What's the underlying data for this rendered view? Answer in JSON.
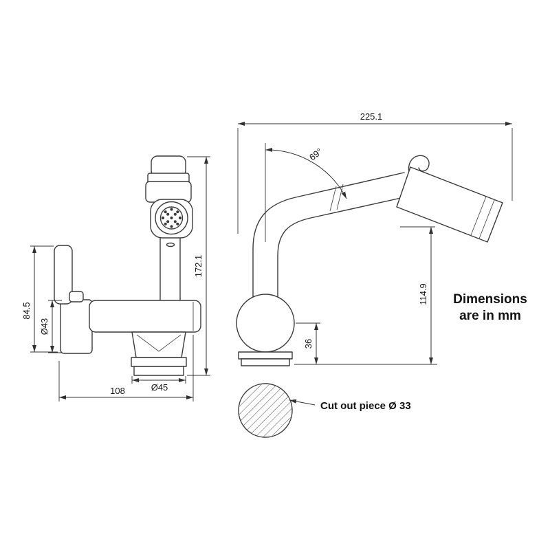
{
  "note": {
    "line1": "Dimensions",
    "line2": "are in mm"
  },
  "callout": {
    "label": "Cut out piece Ø 33"
  },
  "dims": {
    "overall_width": "225.1",
    "spray_angle": "69°",
    "overall_height": "172.1",
    "spout_height": "114.9",
    "handle_height": "84.5",
    "handle_diameter": "Ø43",
    "base_height": "36",
    "base_diameter": "Ø45",
    "body_width": "108"
  }
}
